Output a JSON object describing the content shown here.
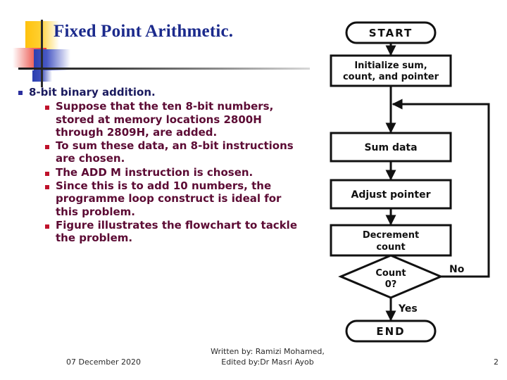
{
  "slide": {
    "title": "Fixed Point Arithmetic.",
    "title_color": "#1B2A8C",
    "accent_colors": {
      "yellow": "#FFC20E",
      "red": "#E8373A",
      "blue": "#2B3FAF",
      "line": "#2B2B2B"
    }
  },
  "body": {
    "level1": {
      "text": "8-bit binary addition.",
      "bullet_color": "#2B2F9E"
    },
    "level2_bullet_color": "#C0122B",
    "level2": [
      "Suppose that the ten 8-bit numbers, stored at memory locations 2800H through 2809H, are added.",
      "To sum these data, an 8-bit instructions are chosen.",
      "The ADD M instruction is chosen.",
      "Since this is to add 10 numbers, the programme loop construct is ideal for this problem.",
      "Figure illustrates the flowchart to tackle the problem."
    ]
  },
  "flowchart": {
    "nodes": {
      "start": "START",
      "initialize": "Initialize sum,|count, and pointer",
      "initialize_line1": "Initialize sum,",
      "initialize_line2": "count, and pointer",
      "sum_data": "Sum data",
      "adjust_pointer": "Adjust pointer",
      "decrement_line1": "Decrement",
      "decrement_line2": "count",
      "decision_line1": "Count",
      "decision_line2": "0?",
      "end": "END"
    },
    "edge_labels": {
      "no": "No",
      "yes": "Yes"
    }
  },
  "footer": {
    "date": "07 December 2020",
    "credit_line1": "Written by: Ramizi Mohamed,",
    "credit_line2": "Edited by:Dr Masri Ayob",
    "page_number": "2"
  }
}
